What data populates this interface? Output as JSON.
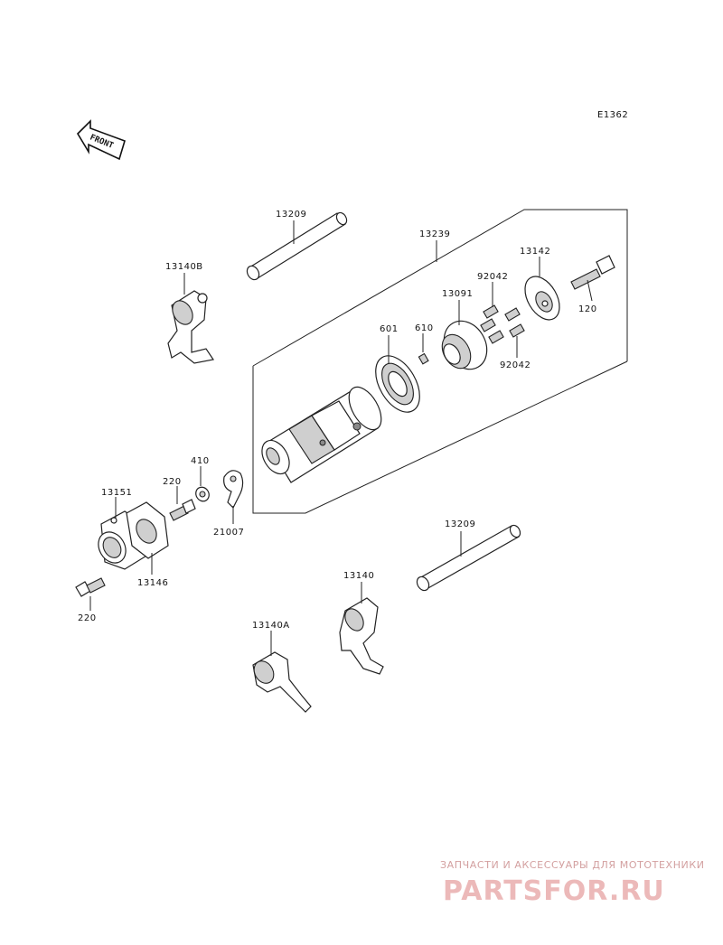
{
  "diagram_code": "E1362",
  "front_label": "FRONT",
  "callouts": {
    "rod_top": "13209",
    "drum_assy": "13239",
    "plate": "13142",
    "pins": "92042",
    "pins_lower": "92042",
    "holder": "13091",
    "bearing": "601",
    "pin": "610",
    "bolt_right": "120",
    "fork_b": "13140B",
    "holder_151": "13151",
    "gasket": "13146",
    "bolt_small": "220",
    "washer": "410",
    "stopper": "21007",
    "bolt_lower": "220",
    "rod_lower": "13209",
    "fork": "13140",
    "fork_a": "13140A"
  },
  "watermark": {
    "subtitle": "ЗАПЧАСТИ И АКСЕССУАРЫ ДЛЯ МОТОТЕХНИКИ",
    "brand": "PARTSFOR.RU"
  }
}
